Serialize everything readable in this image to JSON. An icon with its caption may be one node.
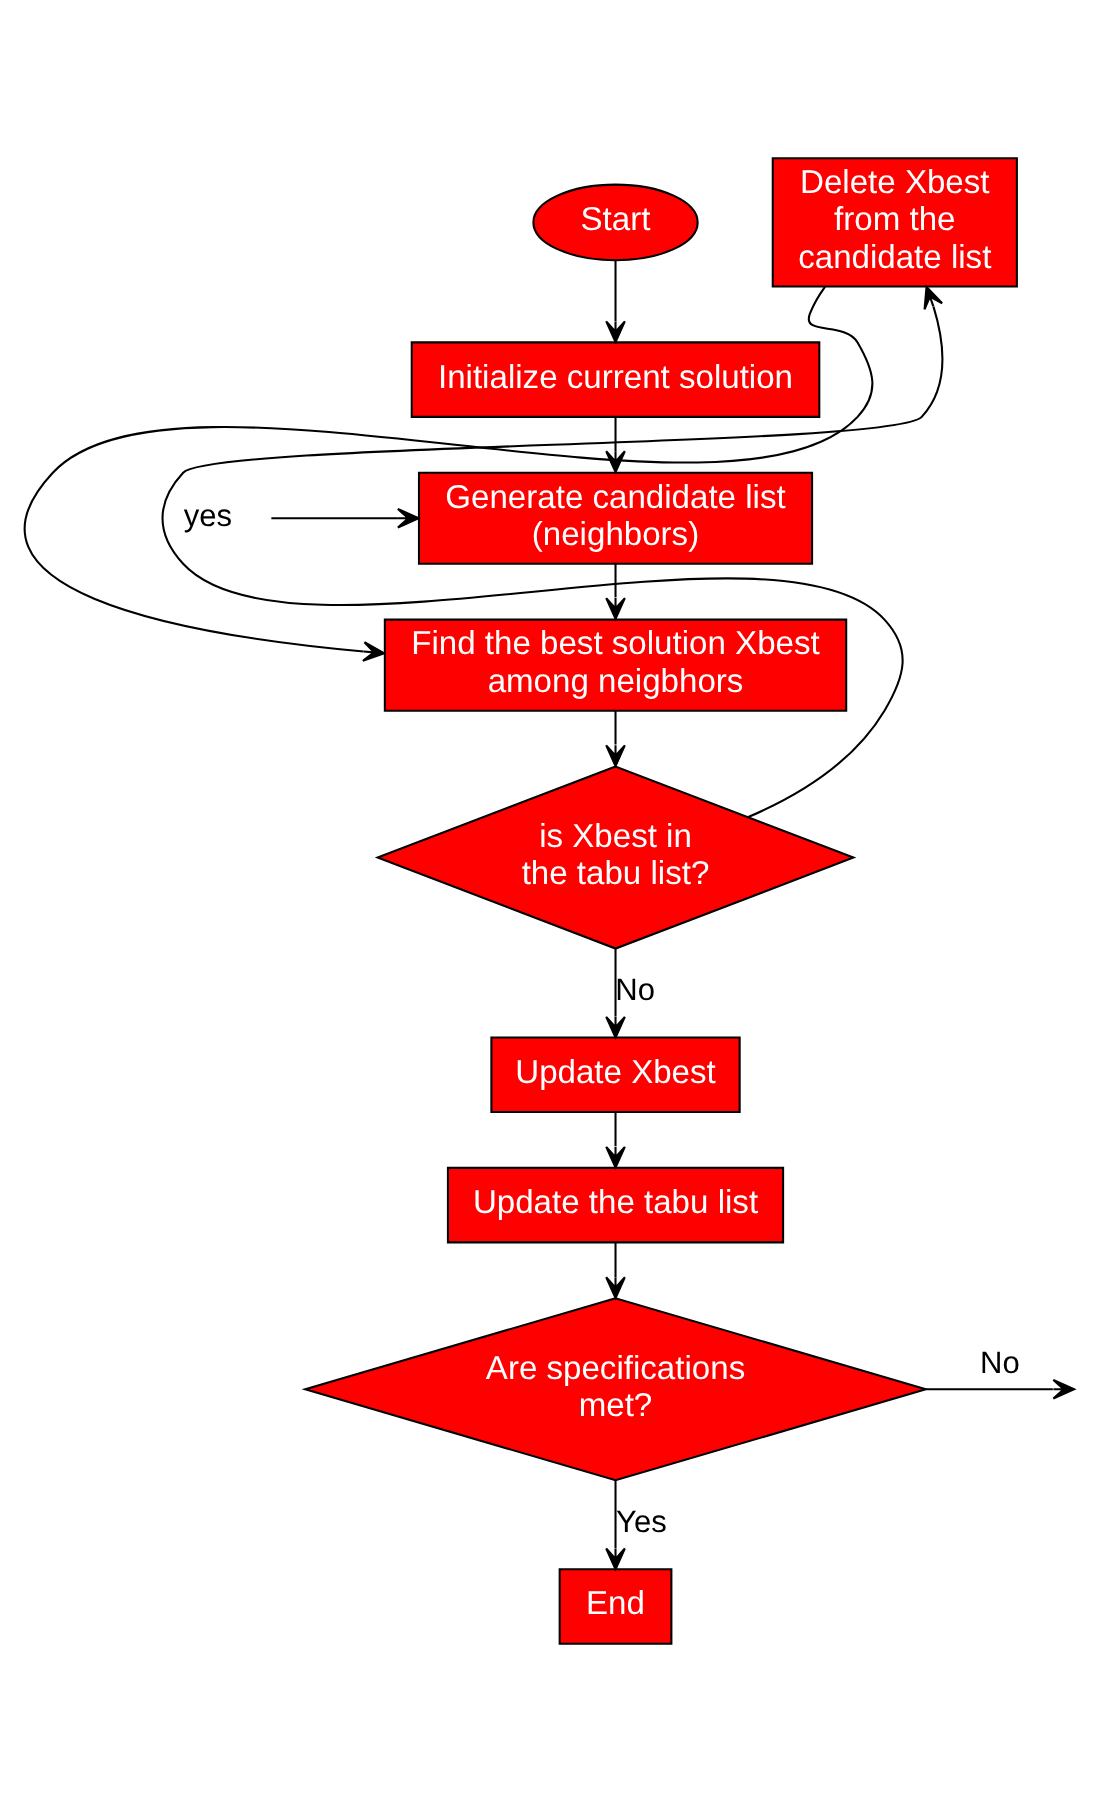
{
  "diagram": {
    "nodes": [
      {
        "text": [
          "Start"
        ]
      },
      {
        "text": [
          "Initialize current solution"
        ]
      },
      {
        "text": [
          "Generate candidate list (neighbors)"
        ]
      },
      {
        "text": [
          "Find the best solution Xbest among neigbhors"
        ]
      },
      {
        "text": [
          "Delete Xbest from the candidate list"
        ]
      },
      {
        "text": [
          "is Xbest in the tabu list?"
        ]
      },
      {
        "text": [
          "Update Xbest"
        ]
      },
      {
        "text": [
          "Update the tabu list"
        ]
      },
      {
        "text": [
          "Are specifications met?"
        ]
      },
      {
        "text": [
          "End"
        ]
      }
    ],
    "edges": [
      {
        "from": 0,
        "to": 1,
        "arrow": "to"
      },
      {
        "from": 1,
        "to": 2,
        "arrow": "to"
      },
      {
        "from": 2,
        "to": 3,
        "arrow": "to"
      },
      {
        "from": 3,
        "to": 5,
        "arrow": "to"
      },
      {
        "from": 5,
        "to": 4,
        "arrow": "to",
        "label": "yes"
      },
      {
        "from": 4,
        "to": 3,
        "arrow": "to"
      },
      {
        "from": 5,
        "to": 6,
        "arrow": "to",
        "label": "No"
      },
      {
        "from": 6,
        "to": 7,
        "arrow": "to"
      },
      {
        "from": 7,
        "to": 8,
        "arrow": "to"
      },
      {
        "from": 8,
        "to": null,
        "arrow": "to",
        "label": "No"
      },
      {
        "from": null,
        "to": 2,
        "arrow": "to"
      },
      {
        "from": 8,
        "to": 9,
        "arrow": "to",
        "label": "Yes"
      }
    ]
  }
}
